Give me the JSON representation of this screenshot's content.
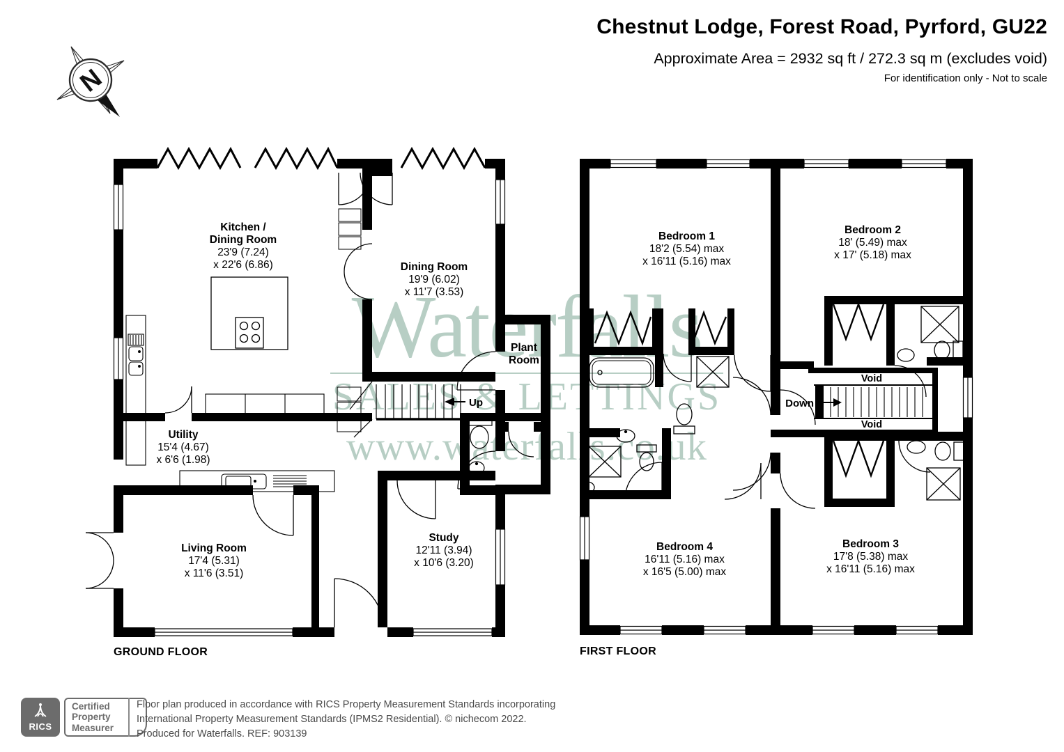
{
  "header": {
    "title": "Chestnut Lodge, Forest Road, Pyrford, GU22",
    "area": "Approximate Area = 2932 sq ft / 272.3 sq m (excludes void)",
    "disclaimer": "For identification only - Not to scale"
  },
  "compass": {
    "north": "N"
  },
  "watermark": {
    "brand": "Waterfalls",
    "tagline": "SALES & LETTINGS",
    "url": "www.waterfalls.co.uk"
  },
  "ground_floor": {
    "label": "GROUND FLOOR",
    "stairs_label": "Up",
    "rooms": [
      {
        "name": "Kitchen /",
        "name2": "Dining Room",
        "dim1": "23'9 (7.24)",
        "dim2": "x 22'6 (6.86)"
      },
      {
        "name": "Dining Room",
        "dim1": "19'9 (6.02)",
        "dim2": "x 11'7 (3.53)"
      },
      {
        "name": "Plant",
        "name2": "Room"
      },
      {
        "name": "Utility",
        "dim1": "15'4 (4.67)",
        "dim2": "x 6'6 (1.98)"
      },
      {
        "name": "Living Room",
        "dim1": "17'4 (5.31)",
        "dim2": "x 11'6 (3.51)"
      },
      {
        "name": "Study",
        "dim1": "12'11 (3.94)",
        "dim2": "x 10'6 (3.20)"
      }
    ]
  },
  "first_floor": {
    "label": "FIRST FLOOR",
    "stairs_label": "Down",
    "void_top": "Void",
    "void_bottom": "Void",
    "rooms": [
      {
        "name": "Bedroom 1",
        "dim1": "18'2 (5.54) max",
        "dim2": "x 16'11 (5.16) max"
      },
      {
        "name": "Bedroom 2",
        "dim1": "18' (5.49) max",
        "dim2": "x 17' (5.18) max"
      },
      {
        "name": "Bedroom 4",
        "dim1": "16'11 (5.16) max",
        "dim2": "x 16'5 (5.00) max"
      },
      {
        "name": "Bedroom 3",
        "dim1": "17'8 (5.38) max",
        "dim2": "x 16'11 (5.16) max"
      }
    ]
  },
  "footer": {
    "badge": {
      "org": "RICS",
      "line1": "Certified",
      "line2": "Property",
      "line3": "Measurer"
    },
    "text1": "Floor plan produced in accordance with RICS Property Measurement Standards incorporating",
    "text2": "International Property Measurement Standards (IPMS2 Residential).   © nichecom 2022.",
    "text3": "Produced for Waterfalls.   REF: 903139"
  },
  "colors": {
    "wall": "#000000",
    "watermark": "#b7cec4",
    "footer_gray": "#6c6c6c"
  }
}
